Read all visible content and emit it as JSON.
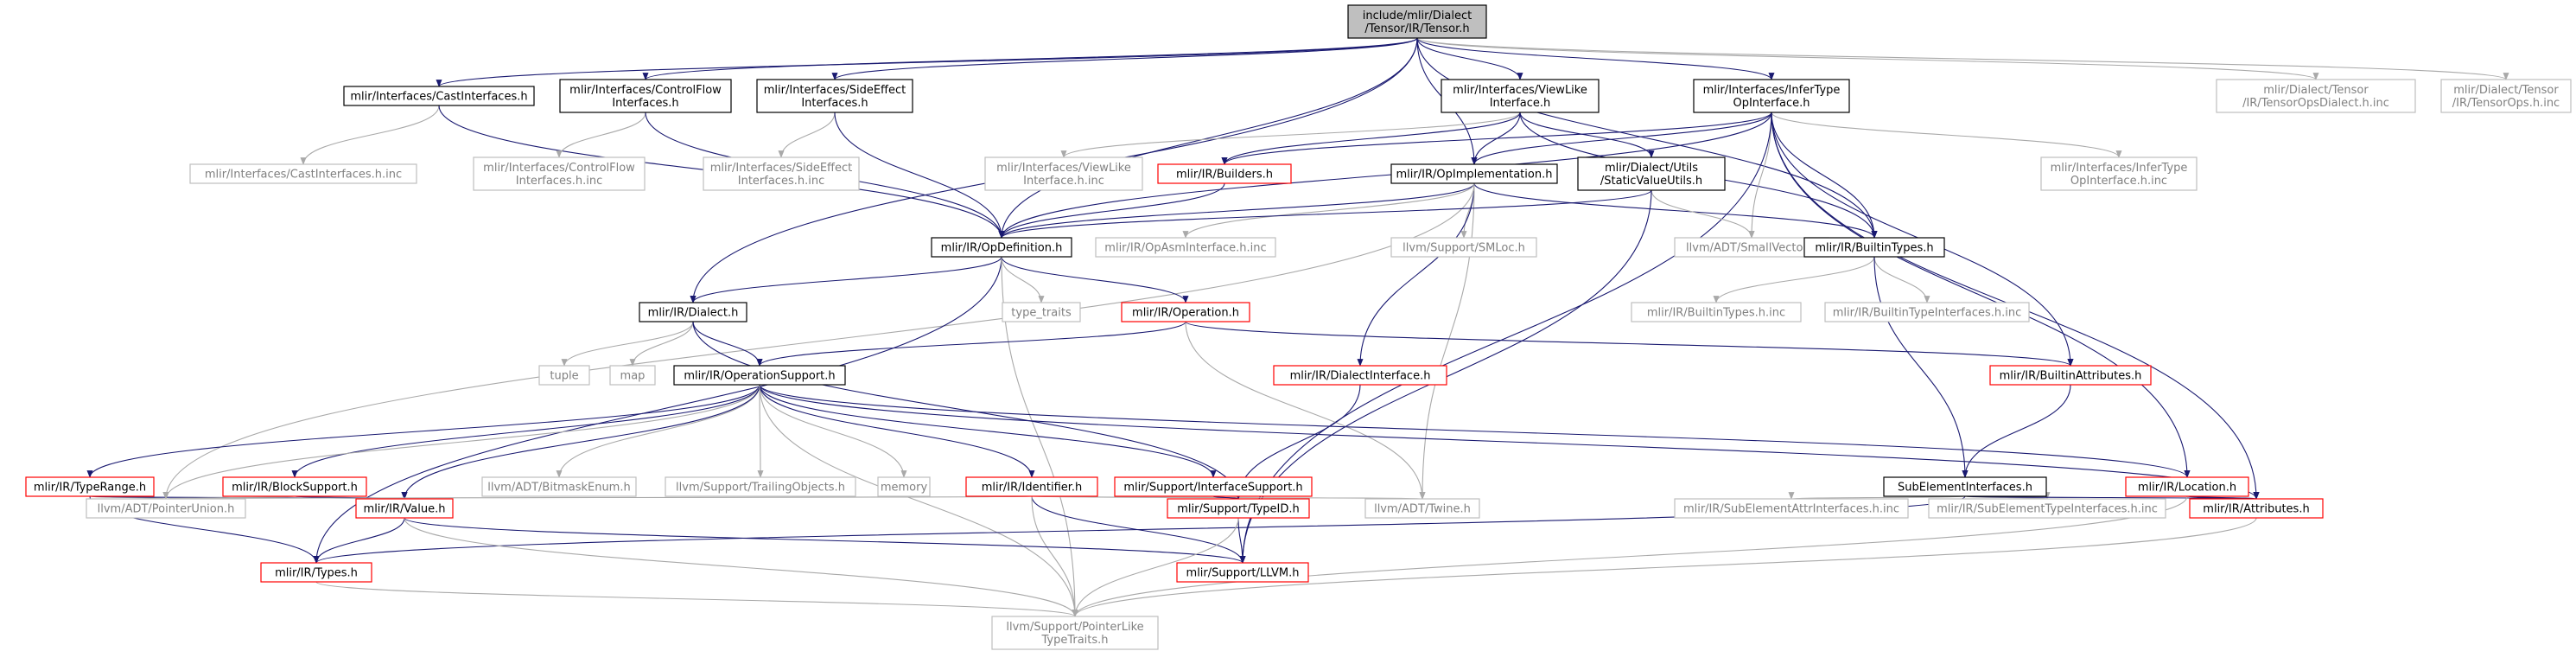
{
  "colors": {
    "root_fill": "#bfbfbf",
    "border_black": "#000000",
    "border_red": "#ff0000",
    "border_gray": "#bfbfbf",
    "text_black": "#000000",
    "text_gray": "#808080",
    "edge_blue": "#191970",
    "edge_gray": "#a9a9a9",
    "background": "#ffffff"
  },
  "nodes": [
    {
      "id": "root",
      "lines": [
        "include/mlir/Dialect",
        "/Tensor/IR/Tensor.h"
      ],
      "style": "root"
    },
    {
      "id": "castif",
      "lines": [
        "mlir/Interfaces/CastInterfaces.h"
      ],
      "style": "black"
    },
    {
      "id": "cfif",
      "lines": [
        "mlir/Interfaces/ControlFlow",
        "Interfaces.h"
      ],
      "style": "black"
    },
    {
      "id": "seif",
      "lines": [
        "mlir/Interfaces/SideEffect",
        "Interfaces.h"
      ],
      "style": "black"
    },
    {
      "id": "vlif",
      "lines": [
        "mlir/Interfaces/ViewLike",
        "Interface.h"
      ],
      "style": "black"
    },
    {
      "id": "itif",
      "lines": [
        "mlir/Interfaces/InferType",
        "OpInterface.h"
      ],
      "style": "black"
    },
    {
      "id": "tdinc",
      "lines": [
        "mlir/Dialect/Tensor",
        "/IR/TensorOpsDialect.h.inc"
      ],
      "style": "gray"
    },
    {
      "id": "toinc",
      "lines": [
        "mlir/Dialect/Tensor",
        "/IR/TensorOps.h.inc"
      ],
      "style": "gray"
    },
    {
      "id": "castinc",
      "lines": [
        "mlir/Interfaces/CastInterfaces.h.inc"
      ],
      "style": "gray"
    },
    {
      "id": "cfinc",
      "lines": [
        "mlir/Interfaces/ControlFlow",
        "Interfaces.h.inc"
      ],
      "style": "gray"
    },
    {
      "id": "seinc",
      "lines": [
        "mlir/Interfaces/SideEffect",
        "Interfaces.h.inc"
      ],
      "style": "gray"
    },
    {
      "id": "vlinc",
      "lines": [
        "mlir/Interfaces/ViewLike",
        "Interface.h.inc"
      ],
      "style": "gray"
    },
    {
      "id": "builders",
      "lines": [
        "mlir/IR/Builders.h"
      ],
      "style": "red"
    },
    {
      "id": "opimpl",
      "lines": [
        "mlir/IR/OpImplementation.h"
      ],
      "style": "black"
    },
    {
      "id": "svu",
      "lines": [
        "mlir/Dialect/Utils",
        "/StaticValueUtils.h"
      ],
      "style": "black"
    },
    {
      "id": "itinc",
      "lines": [
        "mlir/Interfaces/InferType",
        "OpInterface.h.inc"
      ],
      "style": "gray"
    },
    {
      "id": "opdef",
      "lines": [
        "mlir/IR/OpDefinition.h"
      ],
      "style": "black"
    },
    {
      "id": "opasm",
      "lines": [
        "mlir/IR/OpAsmInterface.h.inc"
      ],
      "style": "gray"
    },
    {
      "id": "smloc",
      "lines": [
        "llvm/Support/SMLoc.h"
      ],
      "style": "gray"
    },
    {
      "id": "smallvec",
      "lines": [
        "llvm/ADT/SmallVector.h"
      ],
      "style": "gray"
    },
    {
      "id": "btypes",
      "lines": [
        "mlir/IR/BuiltinTypes.h"
      ],
      "style": "black"
    },
    {
      "id": "dialect",
      "lines": [
        "mlir/IR/Dialect.h"
      ],
      "style": "black"
    },
    {
      "id": "typetraits",
      "lines": [
        "type_traits"
      ],
      "style": "gray"
    },
    {
      "id": "operation",
      "lines": [
        "mlir/IR/Operation.h"
      ],
      "style": "red"
    },
    {
      "id": "btinc",
      "lines": [
        "mlir/IR/BuiltinTypes.h.inc"
      ],
      "style": "gray"
    },
    {
      "id": "btiinc",
      "lines": [
        "mlir/IR/BuiltinTypeInterfaces.h.inc"
      ],
      "style": "gray"
    },
    {
      "id": "tuple",
      "lines": [
        "tuple"
      ],
      "style": "gray"
    },
    {
      "id": "map",
      "lines": [
        "map"
      ],
      "style": "gray"
    },
    {
      "id": "opsupport",
      "lines": [
        "mlir/IR/OperationSupport.h"
      ],
      "style": "black"
    },
    {
      "id": "dialectif",
      "lines": [
        "mlir/IR/DialectInterface.h"
      ],
      "style": "red"
    },
    {
      "id": "battr",
      "lines": [
        "mlir/IR/BuiltinAttributes.h"
      ],
      "style": "red"
    },
    {
      "id": "typerange",
      "lines": [
        "mlir/IR/TypeRange.h"
      ],
      "style": "red"
    },
    {
      "id": "blocksupport",
      "lines": [
        "mlir/IR/BlockSupport.h"
      ],
      "style": "red"
    },
    {
      "id": "bitmask",
      "lines": [
        "llvm/ADT/BitmaskEnum.h"
      ],
      "style": "gray"
    },
    {
      "id": "trailing",
      "lines": [
        "llvm/Support/TrailingObjects.h"
      ],
      "style": "gray"
    },
    {
      "id": "memory",
      "lines": [
        "memory"
      ],
      "style": "gray"
    },
    {
      "id": "identifier",
      "lines": [
        "mlir/IR/Identifier.h"
      ],
      "style": "red"
    },
    {
      "id": "ifsupport",
      "lines": [
        "mlir/Support/InterfaceSupport.h"
      ],
      "style": "red"
    },
    {
      "id": "subelem",
      "lines": [
        "SubElementInterfaces.h"
      ],
      "style": "black"
    },
    {
      "id": "location",
      "lines": [
        "mlir/IR/Location.h"
      ],
      "style": "red"
    },
    {
      "id": "ptrunion",
      "lines": [
        "llvm/ADT/PointerUnion.h"
      ],
      "style": "gray"
    },
    {
      "id": "value",
      "lines": [
        "mlir/IR/Value.h"
      ],
      "style": "red"
    },
    {
      "id": "typeid",
      "lines": [
        "mlir/Support/TypeID.h"
      ],
      "style": "red"
    },
    {
      "id": "twine",
      "lines": [
        "llvm/ADT/Twine.h"
      ],
      "style": "gray"
    },
    {
      "id": "seainc",
      "lines": [
        "mlir/IR/SubElementAttrInterfaces.h.inc"
      ],
      "style": "gray"
    },
    {
      "id": "setinc",
      "lines": [
        "mlir/IR/SubElementTypeInterfaces.h.inc"
      ],
      "style": "gray"
    },
    {
      "id": "attrs",
      "lines": [
        "mlir/IR/Attributes.h"
      ],
      "style": "red"
    },
    {
      "id": "types",
      "lines": [
        "mlir/IR/Types.h"
      ],
      "style": "red"
    },
    {
      "id": "llvmh",
      "lines": [
        "mlir/Support/LLVM.h"
      ],
      "style": "red"
    },
    {
      "id": "ptrlike",
      "lines": [
        "llvm/Support/PointerLike",
        "TypeTraits.h"
      ],
      "style": "gray"
    }
  ],
  "edges": [
    [
      "root",
      "castif"
    ],
    [
      "root",
      "cfif"
    ],
    [
      "root",
      "seif"
    ],
    [
      "root",
      "vlif"
    ],
    [
      "root",
      "itif"
    ],
    [
      "root",
      "tdinc"
    ],
    [
      "root",
      "toinc"
    ],
    [
      "root",
      "dialect"
    ],
    [
      "root",
      "opdef"
    ],
    [
      "root",
      "opimpl"
    ],
    [
      "root",
      "btypes"
    ],
    [
      "castif",
      "castinc"
    ],
    [
      "castif",
      "opdef"
    ],
    [
      "cfif",
      "cfinc"
    ],
    [
      "cfif",
      "opdef"
    ],
    [
      "seif",
      "seinc"
    ],
    [
      "seif",
      "opdef"
    ],
    [
      "vlif",
      "vlinc"
    ],
    [
      "vlif",
      "builders"
    ],
    [
      "vlif",
      "opimpl"
    ],
    [
      "vlif",
      "svu"
    ],
    [
      "vlif",
      "btypes"
    ],
    [
      "itif",
      "itinc"
    ],
    [
      "itif",
      "builders"
    ],
    [
      "itif",
      "opdef"
    ],
    [
      "itif",
      "opimpl"
    ],
    [
      "itif",
      "btypes"
    ],
    [
      "itif",
      "smallvec"
    ],
    [
      "itif",
      "location"
    ],
    [
      "itif",
      "attrs"
    ],
    [
      "itif",
      "llvmh"
    ],
    [
      "itif",
      "battr"
    ],
    [
      "builders",
      "opdef"
    ],
    [
      "opimpl",
      "opdef"
    ],
    [
      "opimpl",
      "opasm"
    ],
    [
      "opimpl",
      "smloc"
    ],
    [
      "opimpl",
      "btypes"
    ],
    [
      "opimpl",
      "dialectif"
    ],
    [
      "opimpl",
      "twine"
    ],
    [
      "opimpl",
      "ptrunion"
    ],
    [
      "svu",
      "opdef"
    ],
    [
      "svu",
      "smallvec"
    ],
    [
      "svu",
      "llvmh"
    ],
    [
      "opdef",
      "dialect"
    ],
    [
      "opdef",
      "typetraits"
    ],
    [
      "opdef",
      "operation"
    ],
    [
      "opdef",
      "types"
    ],
    [
      "opdef",
      "ptrlike"
    ],
    [
      "btypes",
      "btinc"
    ],
    [
      "btypes",
      "btiinc"
    ],
    [
      "btypes",
      "subelem"
    ],
    [
      "dialect",
      "tuple"
    ],
    [
      "dialect",
      "map"
    ],
    [
      "dialect",
      "opsupport"
    ],
    [
      "dialect",
      "typeid"
    ],
    [
      "operation",
      "opsupport"
    ],
    [
      "operation",
      "battr"
    ],
    [
      "operation",
      "twine"
    ],
    [
      "opsupport",
      "typerange"
    ],
    [
      "opsupport",
      "blocksupport"
    ],
    [
      "opsupport",
      "bitmask"
    ],
    [
      "opsupport",
      "trailing"
    ],
    [
      "opsupport",
      "memory"
    ],
    [
      "opsupport",
      "identifier"
    ],
    [
      "opsupport",
      "ifsupport"
    ],
    [
      "opsupport",
      "location"
    ],
    [
      "opsupport",
      "attrs"
    ],
    [
      "opsupport",
      "ptrunion"
    ],
    [
      "opsupport",
      "value"
    ],
    [
      "opsupport",
      "ptrlike"
    ],
    [
      "dialectif",
      "typeid"
    ],
    [
      "battr",
      "subelem"
    ],
    [
      "typerange",
      "ptrunion"
    ],
    [
      "typerange",
      "value"
    ],
    [
      "typerange",
      "types"
    ],
    [
      "blocksupport",
      "ptrunion"
    ],
    [
      "blocksupport",
      "value"
    ],
    [
      "identifier",
      "ptrunion"
    ],
    [
      "identifier",
      "twine"
    ],
    [
      "identifier",
      "llvmh"
    ],
    [
      "identifier",
      "ptrlike"
    ],
    [
      "ifsupport",
      "typeid"
    ],
    [
      "subelem",
      "seainc"
    ],
    [
      "subelem",
      "setinc"
    ],
    [
      "subelem",
      "attrs"
    ],
    [
      "subelem",
      "types"
    ],
    [
      "location",
      "attrs"
    ],
    [
      "location",
      "ptrlike"
    ],
    [
      "value",
      "types"
    ],
    [
      "value",
      "llvmh"
    ],
    [
      "value",
      "ptrlike"
    ],
    [
      "typeid",
      "llvmh"
    ],
    [
      "typeid",
      "ptrlike"
    ],
    [
      "attrs",
      "ptrlike"
    ],
    [
      "types",
      "ptrlike"
    ]
  ]
}
